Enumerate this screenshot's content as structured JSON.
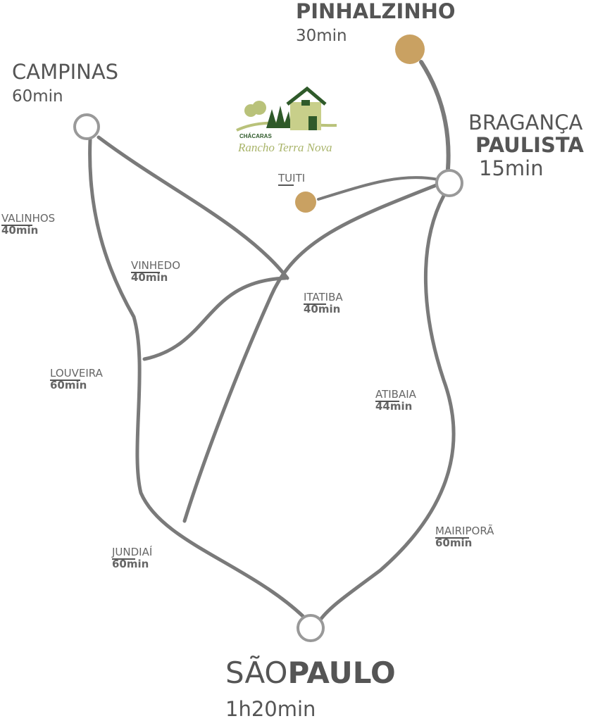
{
  "logo": {
    "text_top": "CHÁCARAS",
    "text_main": "Rancho Terra Nova"
  },
  "cities": {
    "pinhalzinho": {
      "name": "PINHALZINHO",
      "time": "30min"
    },
    "campinas": {
      "name": "CAMPINAS",
      "time": "60min"
    },
    "braganca": {
      "name_line1": "BRAGANÇA",
      "name_line2": "PAULISTA",
      "time": "15min"
    },
    "tuiti": {
      "name": "TUITI"
    },
    "valinhos": {
      "name": "VALINHOS",
      "time": "40min"
    },
    "vinhedo": {
      "name": "VINHEDO",
      "time": "40min"
    },
    "itatiba": {
      "name": "ITATIBA",
      "time": "40min"
    },
    "louveira": {
      "name": "LOUVEIRA",
      "time": "60min"
    },
    "atibaia": {
      "name": "ATIBAIA",
      "time": "44min"
    },
    "jundiai": {
      "name": "JUNDIAÍ",
      "time": "60min"
    },
    "mairipora": {
      "name": "MAIRIPORÃ",
      "time": "60min"
    },
    "saopaulo": {
      "name_part1": "SÃO",
      "name_part2": "PAULO",
      "time": "1h20min"
    }
  },
  "colors": {
    "road": "#7a7a7a",
    "dot": "#c9a162",
    "logo_dark": "#2f5a2a",
    "logo_light": "#b9c27a"
  }
}
